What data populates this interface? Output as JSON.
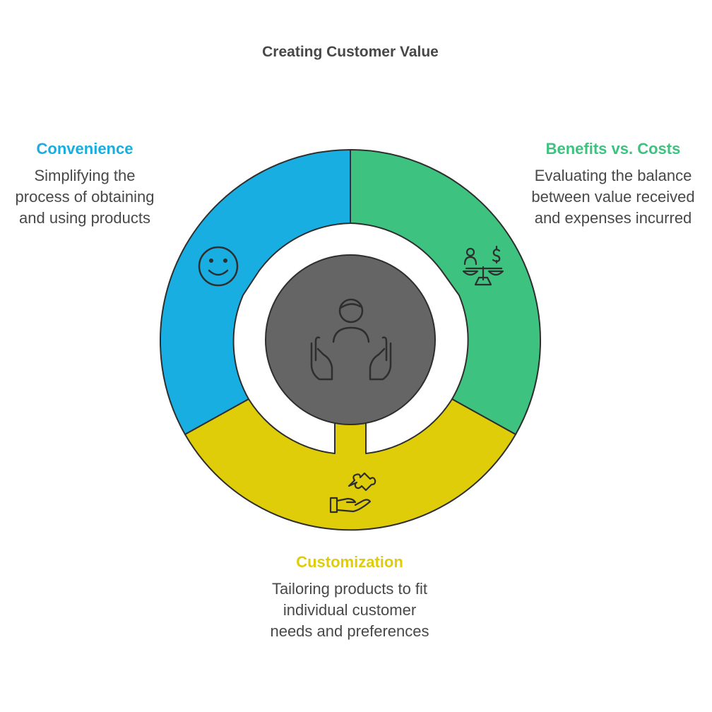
{
  "title": "Creating Customer Value",
  "colors": {
    "convenience": "#18AEE2",
    "benefits": "#3DC27F",
    "customization": "#DFCD0A",
    "center": "#656565",
    "outline": "#2E2E2E",
    "text": "#484848"
  },
  "segments": [
    {
      "key": "convenience",
      "heading": "Convenience",
      "description": "Simplifying the process of obtaining and using products",
      "icon": "smiley-face-icon"
    },
    {
      "key": "benefits",
      "heading": "Benefits vs. Costs",
      "description": "Evaluating the balance between value received and expenses incurred",
      "icon": "balance-scale-dollar-icon"
    },
    {
      "key": "customization",
      "heading": "Customization",
      "description": "Tailoring products to fit individual customer needs and preferences",
      "icon": "puzzle-hand-icon"
    }
  ],
  "center_icon": "person-in-hands-icon"
}
